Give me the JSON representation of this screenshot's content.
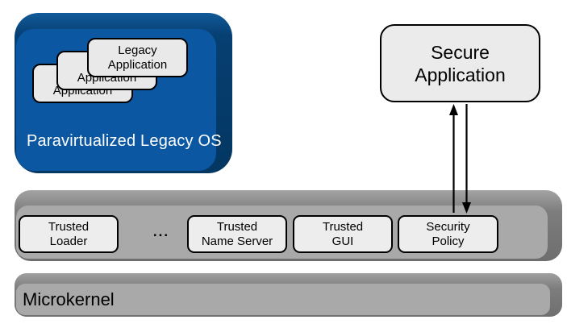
{
  "diagram_type": "system-architecture",
  "colors": {
    "legacy_os_face": "#0b57a2",
    "legacy_os_rim": "#063f72",
    "bar_face": "#a9a9a9",
    "bar_rim": "#7d7d7d",
    "node_fill": "#ededed",
    "node_border": "#000000",
    "os_label_text": "#ffffff",
    "background": "#ffffff"
  },
  "legacy_os": {
    "label": "Paravirtualized Legacy OS",
    "apps": [
      {
        "label": "Legacy\nApplication"
      },
      {
        "label": "Legacy\nApplication"
      },
      {
        "label": "Legacy\nApplication"
      }
    ]
  },
  "secure_app": {
    "label": "Secure\nApplication"
  },
  "services_bar": {
    "separator": "...",
    "items": [
      {
        "label": "Trusted\nLoader"
      },
      {
        "label": "Trusted\nName Server"
      },
      {
        "label": "Trusted\nGUI"
      },
      {
        "label": "Security\nPolicy"
      }
    ]
  },
  "microkernel": {
    "label": "Microkernel"
  }
}
